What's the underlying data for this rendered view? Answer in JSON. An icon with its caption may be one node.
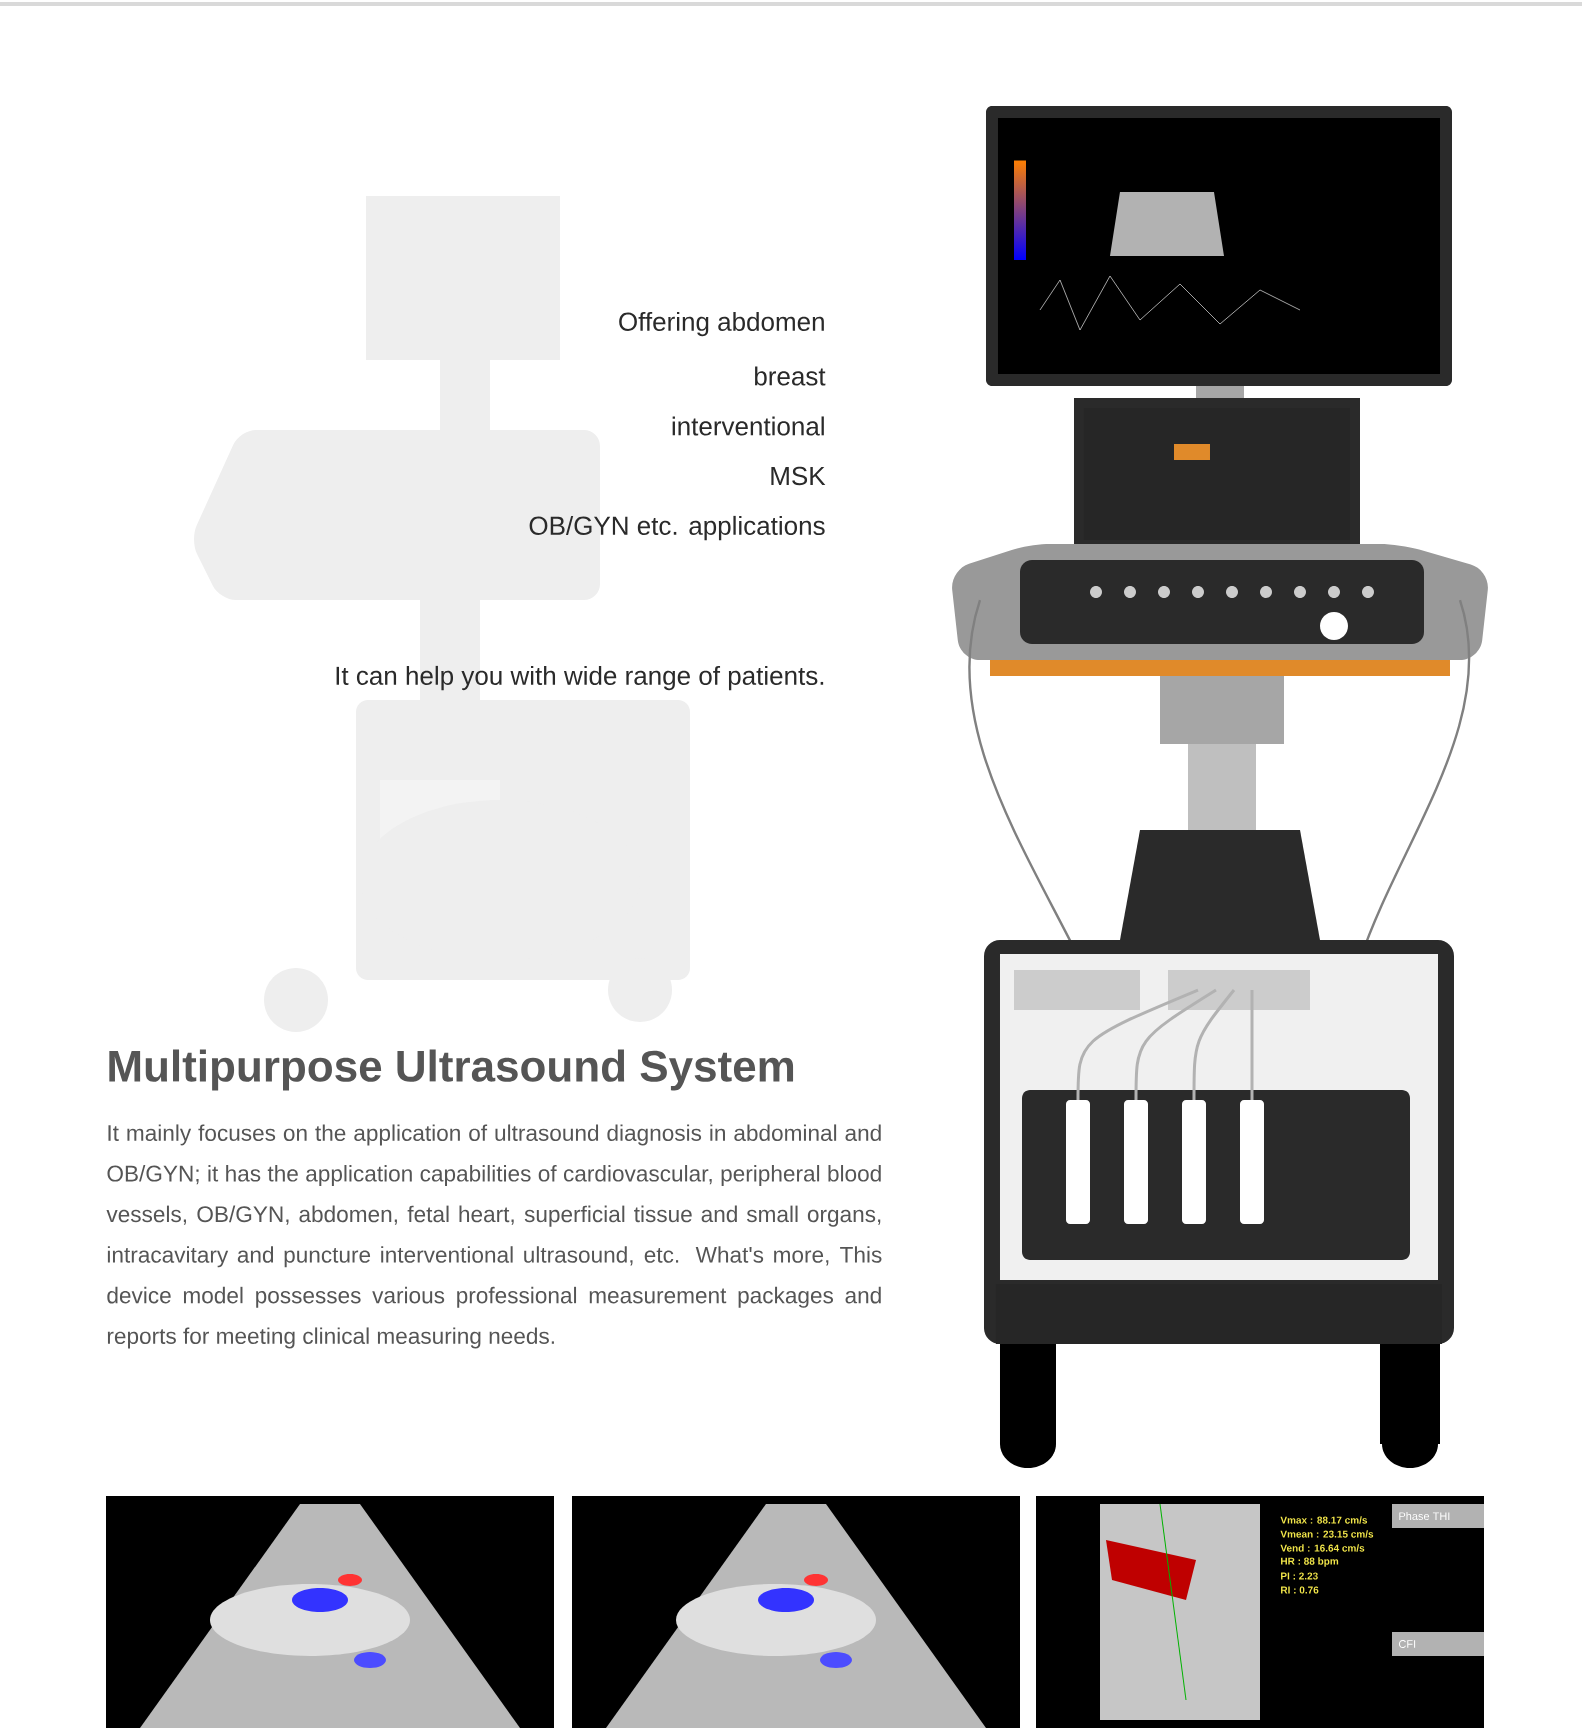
{
  "diagram": {
    "title": "Multipurpose Ultrasound System",
    "labels": [
      "Offering abdomen",
      "breast",
      "interventional",
      "MSK",
      "OB/GYN etc. applications",
      "It can help you with wide range of patients.",
      "It mainly focuses on the application of ultrasound diagnosis in abdominal and OB/GYN; it has the application capabilities of cardiovascular, peripheral blood vessels, OB/GYN, abdomen, fetal heart, superficial tissue and small organs, intracavitary and puncture interventional ultrasound, etc. What's more, This device model possesses various professional measurement packages and reports for meeting clinical measuring needs.",
      "Vmax : 88.17 cm/s",
      "Vmean : 23.15 cm/s",
      "Vend : 16.64 cm/s",
      "HR : 88 bpm",
      "PI : 2.23",
      "RI : 0.76",
      "Phase THI",
      "CFI"
    ]
  }
}
